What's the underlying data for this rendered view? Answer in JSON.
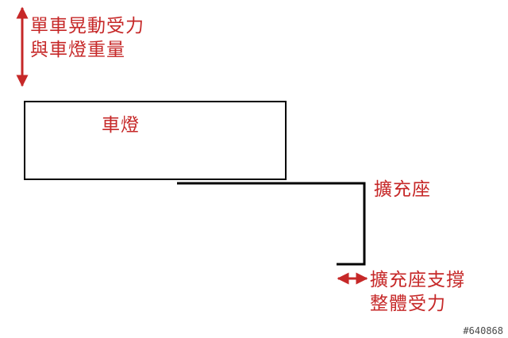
{
  "labels": {
    "top_force_line1": "單車晃動受力",
    "top_force_line2": "與車燈重量",
    "lamp": "車燈",
    "bracket": "擴充座",
    "bracket_support_line1": "擴充座支撐",
    "bracket_support_line2": "整體受力"
  },
  "watermark": "#640868",
  "colors": {
    "accent": "#c62828",
    "stroke": "#000000",
    "background": "#ffffff"
  }
}
